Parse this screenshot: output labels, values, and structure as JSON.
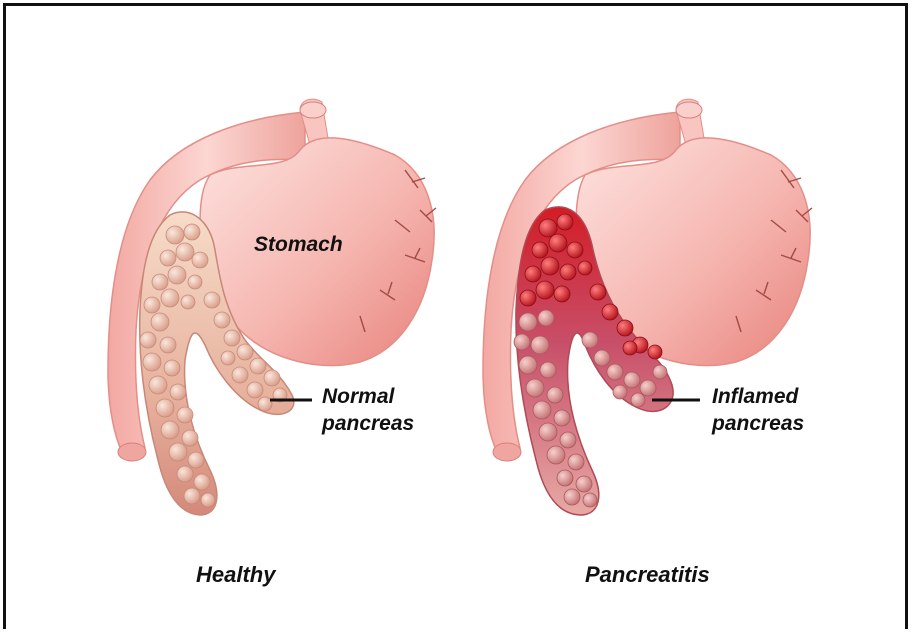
{
  "labels": {
    "stomach": "Stomach",
    "normal_pancreas": [
      "Normal",
      "pancreas"
    ],
    "inflamed_pancreas": [
      "Inflamed",
      "pancreas"
    ],
    "healthy": "Healthy",
    "pancreatitis": "Pancreatitis"
  },
  "colors": {
    "border": "#111111",
    "stomach_light": "#fbd3d0",
    "stomach_dark": "#e8827c",
    "healthy_pancreas": "#e9b9a6",
    "inflamed_red": "#d31c26",
    "inflamed_pink": "#d98a8a",
    "label_text": "#111111"
  }
}
